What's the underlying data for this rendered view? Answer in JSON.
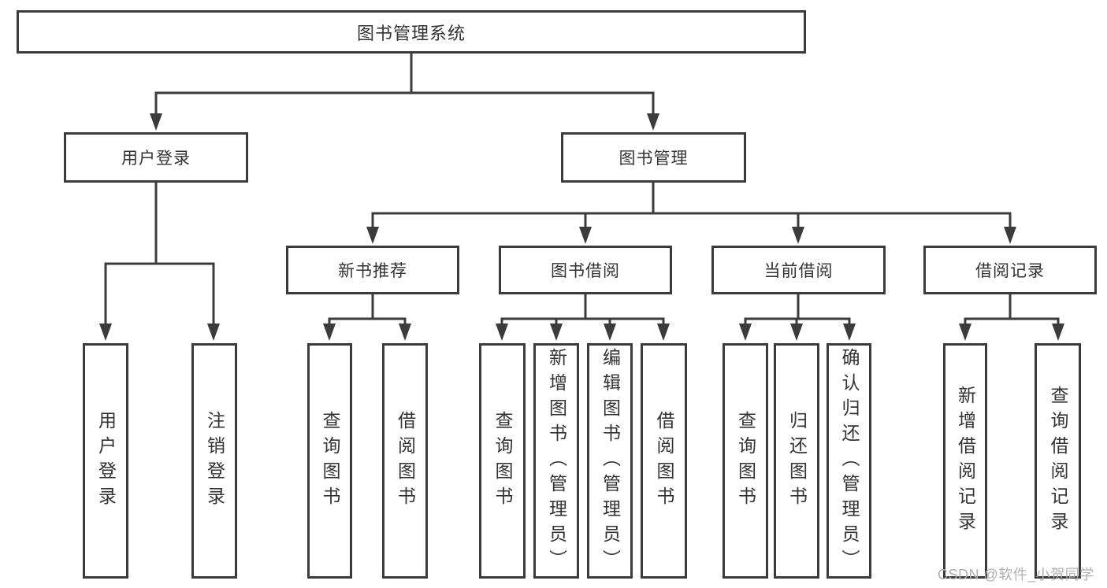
{
  "diagram": {
    "title": "图书管理系统",
    "root": {
      "label": "图书管理系统"
    },
    "branches": [
      {
        "label": "用户登录"
      },
      {
        "label": "图书管理"
      }
    ],
    "modules": [
      {
        "label": "新书推荐",
        "parent": "图书管理"
      },
      {
        "label": "图书借阅",
        "parent": "图书管理"
      },
      {
        "label": "当前借阅",
        "parent": "图书管理"
      },
      {
        "label": "借阅记录",
        "parent": "图书管理"
      }
    ],
    "functions": [
      {
        "label": "用户登录",
        "parent": "用户登录"
      },
      {
        "label": "注销登录",
        "parent": "用户登录"
      },
      {
        "label": "查询图书",
        "parent": "新书推荐"
      },
      {
        "label": "借阅图书",
        "parent": "新书推荐"
      },
      {
        "label": "查询图书",
        "parent": "图书借阅"
      },
      {
        "label": "新增图书（管理员）",
        "parent": "图书借阅"
      },
      {
        "label": "编辑图书（管理员）",
        "parent": "图书借阅"
      },
      {
        "label": "借阅图书",
        "parent": "图书借阅"
      },
      {
        "label": "查询图书",
        "parent": "当前借阅"
      },
      {
        "label": "归还图书",
        "parent": "当前借阅"
      },
      {
        "label": "确认归还（管理员）",
        "parent": "当前借阅"
      },
      {
        "label": "新增借阅记录",
        "parent": "借阅记录"
      },
      {
        "label": "查询借阅记录",
        "parent": "借阅记录"
      }
    ],
    "colors": {
      "line": "#3b3b3b",
      "text": "#333333",
      "watermark": "#b0b0b0",
      "background": "#ffffff"
    },
    "watermark": {
      "text": "CSDN @软件_小贺同学"
    }
  }
}
